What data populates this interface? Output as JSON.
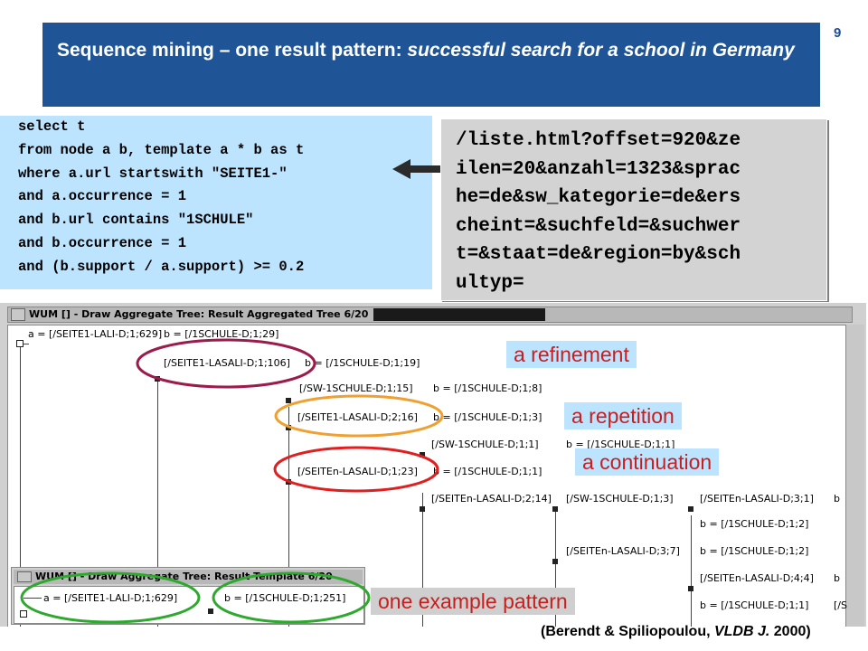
{
  "slide": {
    "page_number": "9",
    "title_plain": "Sequence mining – one result pattern: ",
    "title_italic": "successful search for a school in Germany",
    "citation_prefix": "(Berendt & Spiliopoulou, ",
    "citation_italic": "VLDB J.",
    "citation_suffix": " 2000)"
  },
  "query": {
    "text": "select t\nfrom node a b, template a * b as t\nwhere a.url startswith \"SEITE1-\"\nand a.occurrence = 1\nand b.url contains \"1SCHULE\"\nand b.occurrence = 1\nand (b.support / a.support) >= 0.2"
  },
  "url_box": {
    "text": "/liste.html?offset=920&ze\nilen=20&anzahl=1323&sprac\nhe=de&sw_kategorie=de&ers\ncheint=&suchfeld=&suchwer\nt=&staat=de&region=by&sch\nultyp="
  },
  "wum_window": {
    "title": "WUM [] - Draw Aggregate Tree: Result Aggregated Tree 6/20",
    "nodes": [
      "a = [/SEITE1-LALI-D;1;629]",
      "b = [/1SCHULE-D;1;29]",
      "[/SEITE1-LASALI-D;1;106]",
      "b = [/1SCHULE-D;1;19]",
      "[/SW-1SCHULE-D;1;15]",
      "b = [/1SCHULE-D;1;8]",
      "[/SEITE1-LASALI-D;2;16]",
      "b = [/1SCHULE-D;1;3]",
      "[/SW-1SCHULE-D;1;1]",
      "b = [/1SCHULE-D;1;1]",
      "[/SEITEn-LASALI-D;1;23]",
      "b = [/1SCHULE-D;1;1]",
      "[/SEITEn-LASALI-D;2;14]",
      "[/SW-1SCHULE-D;1;3]",
      "[/SEITEn-LASALI-D;3;1]",
      "b",
      "b = [/1SCHULE-D;1;2]",
      "[/SEITEn-LASALI-D;3;7]",
      "b = [/1SCHULE-D;1;2]",
      "[/SEITEn-LASALI-D;4;4]",
      "b",
      "b = [/1SCHULE-D;1;1]",
      "[/S"
    ]
  },
  "template_window": {
    "title": "WUM [] - Draw Aggregate Tree: Result Template 6/20",
    "node_a": "a = [/SEITE1-LALI-D;1;629]",
    "node_b": "b = [/1SCHULE-D;1;251]"
  },
  "labels": {
    "refinement": "a refinement",
    "repetition": "a repetition",
    "continuation": "a continuation",
    "example": "one example pattern"
  },
  "colors": {
    "title_bg": "#1f5497",
    "query_bg": "#bde4ff",
    "refinement_ring": "#9b1b4b",
    "repetition_ring": "#f0a030",
    "continuation_ring": "#e02020",
    "example_ring": "#2fa82f"
  }
}
